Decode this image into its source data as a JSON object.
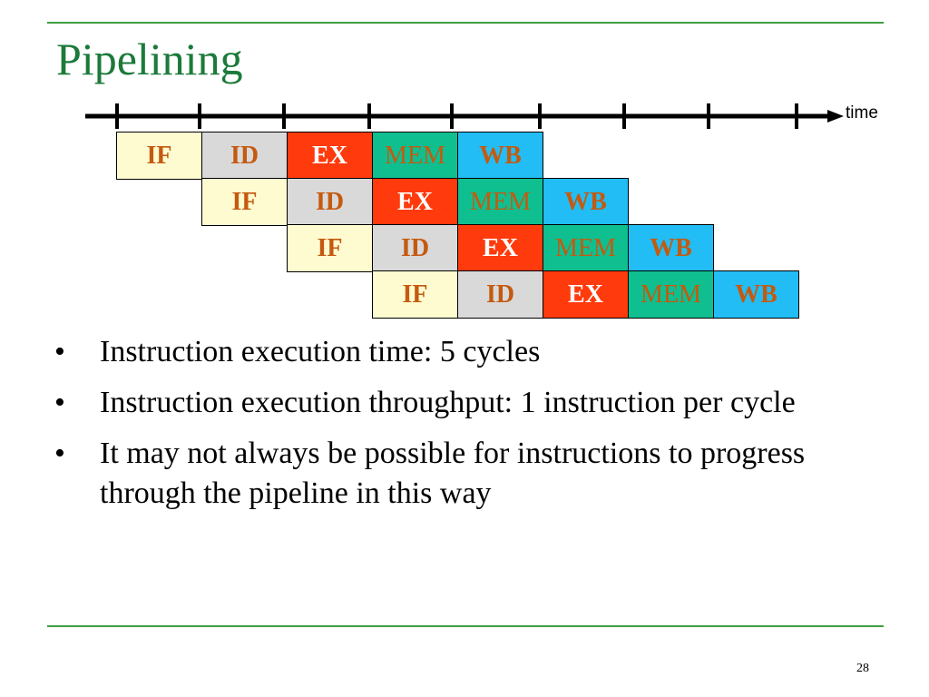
{
  "slide": {
    "title": "Pipelining",
    "page_number": "28",
    "colors": {
      "title": "#1b7a3a",
      "rule": "#3f9e3f",
      "IF": "#fffbd0",
      "ID": "#d9d9d9",
      "EX": "#ff3a0c",
      "MEM": "#0fbf90",
      "WB": "#22bdf5",
      "stage_text": "#c45a10"
    }
  },
  "timeline": {
    "label": "time",
    "tick_count": 9
  },
  "pipeline": {
    "stages": [
      "IF",
      "ID",
      "EX",
      "MEM",
      "WB"
    ],
    "instruction_count": 4,
    "stagger_cycles": 1
  },
  "bullets": [
    {
      "marker": "•",
      "text": "Instruction execution time: 5 cycles"
    },
    {
      "marker": "•",
      "text": "Instruction execution throughput: 1 instruction per cycle"
    },
    {
      "marker": "•",
      "text": "It may not always be possible for instructions to progress through the pipeline in this way"
    }
  ]
}
